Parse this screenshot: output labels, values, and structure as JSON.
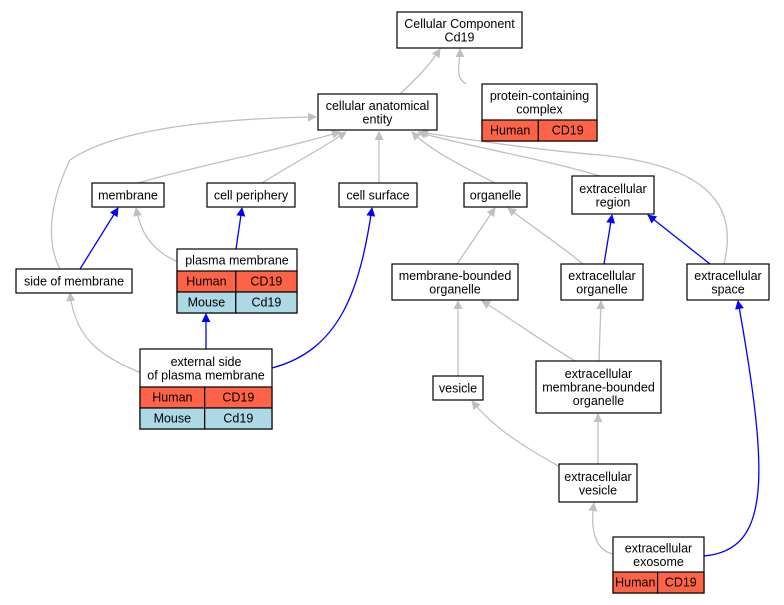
{
  "colors": {
    "human": "#ff6347",
    "mouse": "#add8e6",
    "edge_is_a": "#c0c0c0",
    "edge_part_of": "#0000ff"
  },
  "nodes": {
    "root": {
      "lines": [
        "Cellular Component",
        "Cd19"
      ]
    },
    "protein_complex": {
      "lines": [
        "protein-containing",
        "complex"
      ]
    },
    "cae": {
      "lines": [
        "cellular anatomical",
        "entity"
      ]
    },
    "membrane": {
      "lines": [
        "membrane"
      ]
    },
    "cell_periphery": {
      "lines": [
        "cell periphery"
      ]
    },
    "cell_surface": {
      "lines": [
        "cell surface"
      ]
    },
    "organelle": {
      "lines": [
        "organelle"
      ]
    },
    "extracellular_region": {
      "lines": [
        "extracellular",
        "region"
      ]
    },
    "plasma_membrane": {
      "lines": [
        "plasma membrane"
      ]
    },
    "side_of_membrane": {
      "lines": [
        "side of membrane"
      ]
    },
    "membrane_bounded_organelle": {
      "lines": [
        "membrane-bounded",
        "organelle"
      ]
    },
    "extracellular_organelle": {
      "lines": [
        "extracellular",
        "organelle"
      ]
    },
    "extracellular_space": {
      "lines": [
        "extracellular",
        "space"
      ]
    },
    "external_side_pm": {
      "lines": [
        "external side",
        "of plasma membrane"
      ]
    },
    "vesicle": {
      "lines": [
        "vesicle"
      ]
    },
    "ec_mb_organelle": {
      "lines": [
        "extracellular",
        "membrane-bounded",
        "organelle"
      ]
    },
    "extracellular_vesicle": {
      "lines": [
        "extracellular",
        "vesicle"
      ]
    },
    "extracellular_exosome": {
      "lines": [
        "extracellular",
        "exosome"
      ]
    }
  },
  "annotations": {
    "protein_complex": [
      {
        "species": "Human",
        "gene": "CD19",
        "color": "human"
      }
    ],
    "plasma_membrane": [
      {
        "species": "Human",
        "gene": "CD19",
        "color": "human"
      },
      {
        "species": "Mouse",
        "gene": "Cd19",
        "color": "mouse"
      }
    ],
    "external_side_pm": [
      {
        "species": "Human",
        "gene": "CD19",
        "color": "human"
      },
      {
        "species": "Mouse",
        "gene": "Cd19",
        "color": "mouse"
      }
    ],
    "extracellular_exosome": [
      {
        "species": "Human",
        "gene": "CD19",
        "color": "human"
      }
    ]
  },
  "edges": [
    {
      "from": "protein_complex",
      "to": "root",
      "type": "is_a"
    },
    {
      "from": "cae",
      "to": "root",
      "type": "is_a"
    },
    {
      "from": "membrane",
      "to": "cae",
      "type": "is_a"
    },
    {
      "from": "cell_periphery",
      "to": "cae",
      "type": "is_a"
    },
    {
      "from": "cell_surface",
      "to": "cae",
      "type": "is_a"
    },
    {
      "from": "organelle",
      "to": "cae",
      "type": "is_a"
    },
    {
      "from": "extracellular_region",
      "to": "cae",
      "type": "is_a"
    },
    {
      "from": "extracellular_space",
      "to": "cae",
      "type": "is_a"
    },
    {
      "from": "side_of_membrane",
      "to": "cae",
      "type": "is_a"
    },
    {
      "from": "side_of_membrane",
      "to": "membrane",
      "type": "part_of"
    },
    {
      "from": "plasma_membrane",
      "to": "membrane",
      "type": "is_a"
    },
    {
      "from": "plasma_membrane",
      "to": "cell_periphery",
      "type": "part_of"
    },
    {
      "from": "external_side_pm",
      "to": "side_of_membrane",
      "type": "is_a"
    },
    {
      "from": "external_side_pm",
      "to": "plasma_membrane",
      "type": "part_of"
    },
    {
      "from": "external_side_pm",
      "to": "cell_surface",
      "type": "part_of"
    },
    {
      "from": "membrane_bounded_organelle",
      "to": "organelle",
      "type": "is_a"
    },
    {
      "from": "extracellular_organelle",
      "to": "organelle",
      "type": "is_a"
    },
    {
      "from": "extracellular_organelle",
      "to": "extracellular_region",
      "type": "part_of"
    },
    {
      "from": "extracellular_space",
      "to": "extracellular_region",
      "type": "part_of"
    },
    {
      "from": "vesicle",
      "to": "membrane_bounded_organelle",
      "type": "is_a"
    },
    {
      "from": "ec_mb_organelle",
      "to": "membrane_bounded_organelle",
      "type": "is_a"
    },
    {
      "from": "ec_mb_organelle",
      "to": "extracellular_organelle",
      "type": "is_a"
    },
    {
      "from": "extracellular_vesicle",
      "to": "vesicle",
      "type": "is_a"
    },
    {
      "from": "extracellular_vesicle",
      "to": "ec_mb_organelle",
      "type": "is_a"
    },
    {
      "from": "extracellular_exosome",
      "to": "extracellular_vesicle",
      "type": "is_a"
    },
    {
      "from": "extracellular_exosome",
      "to": "extracellular_space",
      "type": "part_of"
    }
  ]
}
